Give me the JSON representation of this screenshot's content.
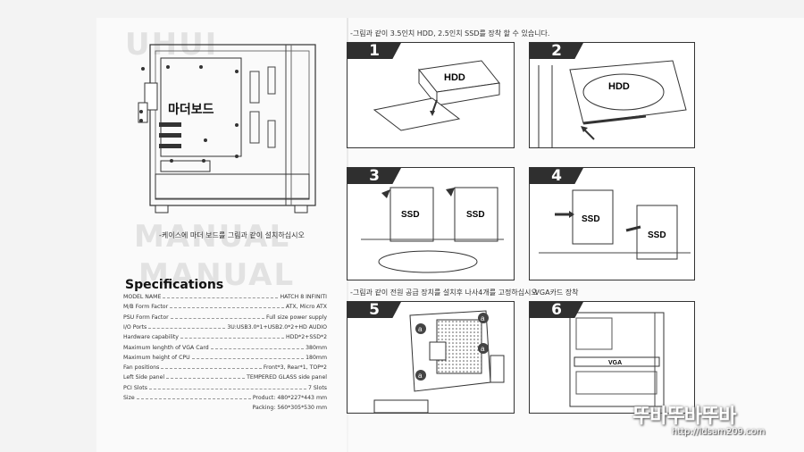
{
  "header_caption": "-그림과 같이 3.5인치 HDD, 2.5인치 SSD를 장착 할 수 있습니다.",
  "left_caption": "-케이스에 마더 보드를 그림과 같이 설치하십시오",
  "mid_caption_left": "-그림과 같이 전원 공급 장치를 설치후 나사4개를 고정하십시오",
  "mid_caption_right": "-VGA카드 장착",
  "case_label": "마더보드",
  "steps": [
    {
      "number": "1",
      "labels": [
        "HDD"
      ]
    },
    {
      "number": "2",
      "labels": [
        "HDD"
      ]
    },
    {
      "number": "3",
      "labels": [
        "SSD",
        "SSD"
      ]
    },
    {
      "number": "4",
      "labels": [
        "SSD",
        "SSD"
      ]
    },
    {
      "number": "5",
      "labels": [
        "a",
        "a",
        "a",
        "a"
      ]
    },
    {
      "number": "6",
      "labels": [
        "VGA"
      ]
    }
  ],
  "specs": {
    "title": "Specifications",
    "rows": [
      {
        "key": "MODEL NAME",
        "value": "HATCH 8 INFINITI"
      },
      {
        "key": "M/B Form Factor",
        "value": "ATX, Micro ATX"
      },
      {
        "key": "PSU Form Factor",
        "value": "Full size power supply"
      },
      {
        "key": "I/O Ports",
        "value": "3U:USB3.0*1+USB2.0*2+HD AUDIO"
      },
      {
        "key": "Hardware capability",
        "value": "HDD*2+SSD*2"
      },
      {
        "key": "Maximum lenghth of VGA Card",
        "value": "380mm"
      },
      {
        "key": "Maximum height of CPU",
        "value": "180mm"
      },
      {
        "key": "Fan positions",
        "value": "Front*3, Rear*1, TOP*2"
      },
      {
        "key": "Left Side panel",
        "value": "TEMPERED GLASS side panel"
      },
      {
        "key": "PCI Slots",
        "value": "7 Slots"
      },
      {
        "key": "Size",
        "value": "Product: 480*227*443 mm"
      },
      {
        "key": "",
        "value": "Packing: 560*305*530 mm"
      }
    ]
  },
  "ghost_text": [
    "UHUI",
    "MANUAL",
    "MANUAL"
  ],
  "watermark": {
    "logo": "뚜바뚜바뚜바",
    "url": "http://ldsam209.com"
  }
}
